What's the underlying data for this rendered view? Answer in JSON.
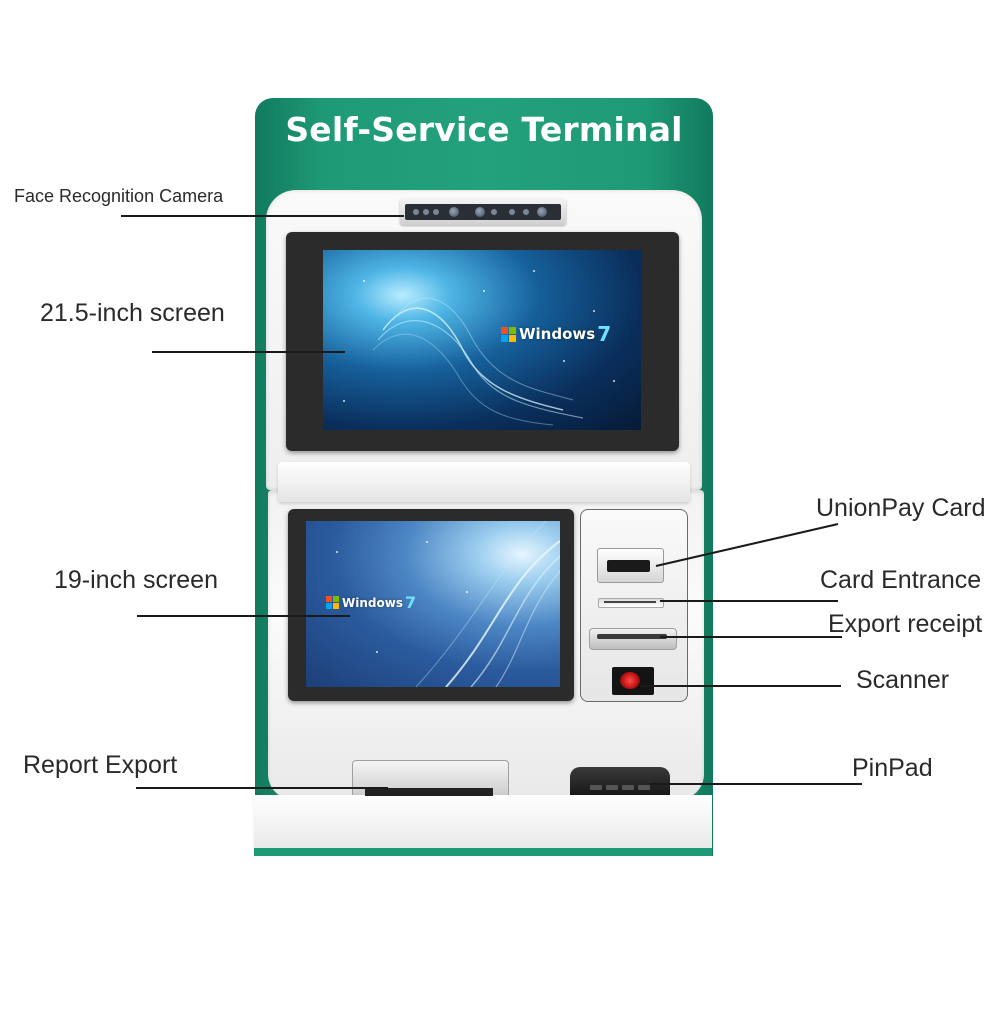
{
  "kiosk": {
    "title": "Self-Service Terminal",
    "accent_color": "#1f9a76",
    "screen_logo_text": "Windows",
    "screen_logo_version": "7"
  },
  "labels": {
    "face_camera": "Face Recognition Camera",
    "screen_21": "21.5-inch screen",
    "screen_19": "19-inch screen",
    "report_export": "Report Export",
    "unionpay_card": "UnionPay Card",
    "card_entrance": "Card Entrance",
    "export_receipt": "Export receipt",
    "scanner": "Scanner",
    "pinpad": "PinPad"
  }
}
